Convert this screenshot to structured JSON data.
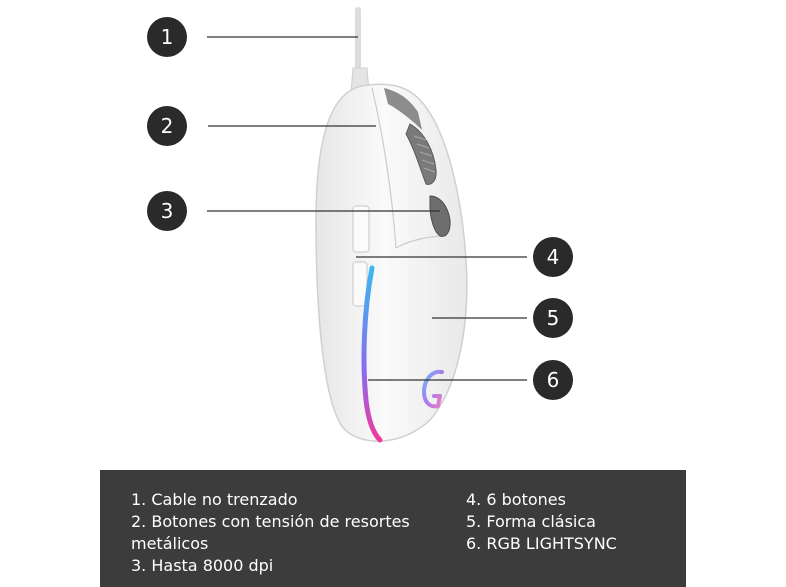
{
  "callouts": [
    {
      "number": "1"
    },
    {
      "number": "2"
    },
    {
      "number": "3"
    },
    {
      "number": "4"
    },
    {
      "number": "5"
    },
    {
      "number": "6"
    }
  ],
  "legend": {
    "left": [
      "1. Cable no trenzado",
      "2. Botones con tensión de resortes metálicos",
      "3. Hasta 8000 dpi"
    ],
    "right": [
      "4. 6 botones",
      "5. Forma clásica",
      "6. RGB LIGHTSYNC"
    ]
  },
  "colors": {
    "badge": "#2a2a2a",
    "legend_bg": "#3c3c3c",
    "mouse_body": "#f2f2f2",
    "led_gradient": [
      "#3ab8f0",
      "#8a6cf0",
      "#f03a9c"
    ]
  }
}
